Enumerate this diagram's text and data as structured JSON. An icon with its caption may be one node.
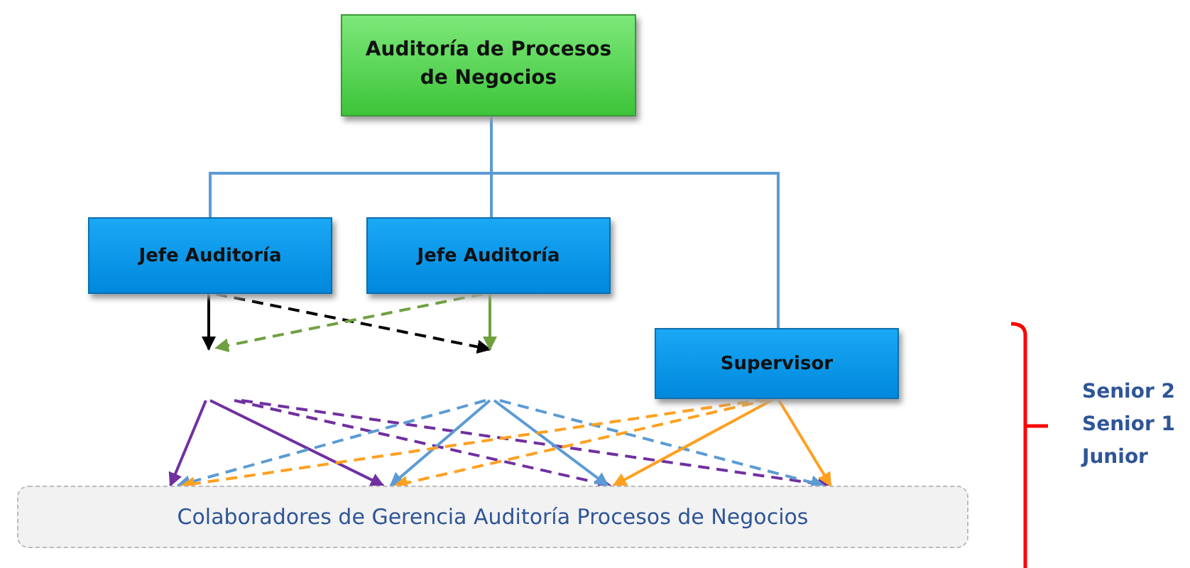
{
  "diagram": {
    "nodes": [
      {
        "text": [
          "Auditoría de Procesos de Negocios"
        ]
      },
      {
        "text": [
          "Jefe Auditoría"
        ]
      },
      {
        "text": [
          "Jefe Auditoría"
        ]
      },
      {
        "text": [
          "Supervisor"
        ]
      },
      {
        "text": [
          "Colaboradores de Gerencia Auditoría Procesos de Negocios"
        ]
      }
    ],
    "edges": [
      {
        "from": 0,
        "to": 1,
        "arrow": "none"
      },
      {
        "from": 0,
        "to": 2,
        "arrow": "none"
      },
      {
        "from": 0,
        "to": 3,
        "arrow": "none"
      },
      {
        "from": 1,
        "to": null,
        "arrow": "to",
        "color": "#000000"
      },
      {
        "from": 1,
        "to": null,
        "arrow": "to",
        "style": "dashed",
        "color": "#000000"
      },
      {
        "from": 2,
        "to": null,
        "arrow": "to",
        "color": "#70a040"
      },
      {
        "from": 2,
        "to": null,
        "arrow": "to",
        "style": "dashed",
        "color": "#70a040"
      },
      {
        "from": null,
        "to": 4,
        "arrow": "to",
        "color": "#7030a0"
      },
      {
        "from": null,
        "to": 4,
        "arrow": "to",
        "color": "#7030a0"
      },
      {
        "from": null,
        "to": 4,
        "arrow": "to",
        "style": "dashed",
        "color": "#7030a0"
      },
      {
        "from": null,
        "to": 4,
        "arrow": "to",
        "style": "dashed",
        "color": "#7030a0"
      },
      {
        "from": null,
        "to": 4,
        "arrow": "to",
        "style": "dashed"
      },
      {
        "from": null,
        "to": 4,
        "arrow": "to"
      },
      {
        "from": null,
        "to": 4,
        "arrow": "to"
      },
      {
        "from": null,
        "to": 4,
        "arrow": "to",
        "style": "dashed"
      },
      {
        "from": 3,
        "to": 4,
        "arrow": "to",
        "style": "dashed",
        "color": "#ffa020"
      },
      {
        "from": 3,
        "to": 4,
        "arrow": "to",
        "style": "dashed",
        "color": "#ffa020"
      },
      {
        "from": 3,
        "to": 4,
        "arrow": "to",
        "color": "#ffa020"
      },
      {
        "from": 3,
        "to": 4,
        "arrow": "to",
        "color": "#ffa020"
      }
    ],
    "labels": [
      "Senior 2",
      "Senior 1",
      "Junior"
    ]
  }
}
